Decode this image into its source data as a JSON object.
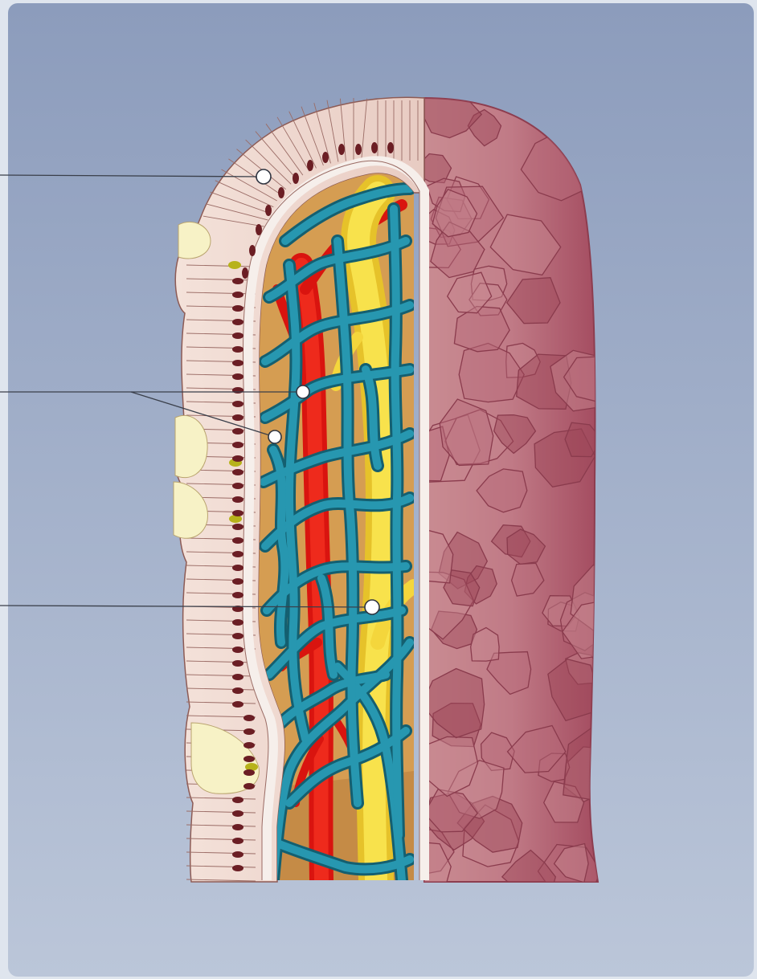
{
  "diagram": {
    "labels": [],
    "colors": {
      "background_top": "#8e9dbd",
      "background_bottom": "#b9c4d8",
      "epithelium": "#efd8cf",
      "goblet_mucus": "#f6f1c4",
      "nucleus": "#6b1e24",
      "basement_membrane": "#f3ece8",
      "lamina_propria": "#d39a4f",
      "artery": "#e11b16",
      "lacteal": "#f7e24a",
      "capillary_network": "#1d8fa8",
      "outer_surface": "#b25767"
    },
    "markers": [
      {
        "name": "epithelium-marker"
      },
      {
        "name": "capillary-marker-1"
      },
      {
        "name": "capillary-marker-2"
      },
      {
        "name": "lacteal-marker"
      }
    ]
  }
}
